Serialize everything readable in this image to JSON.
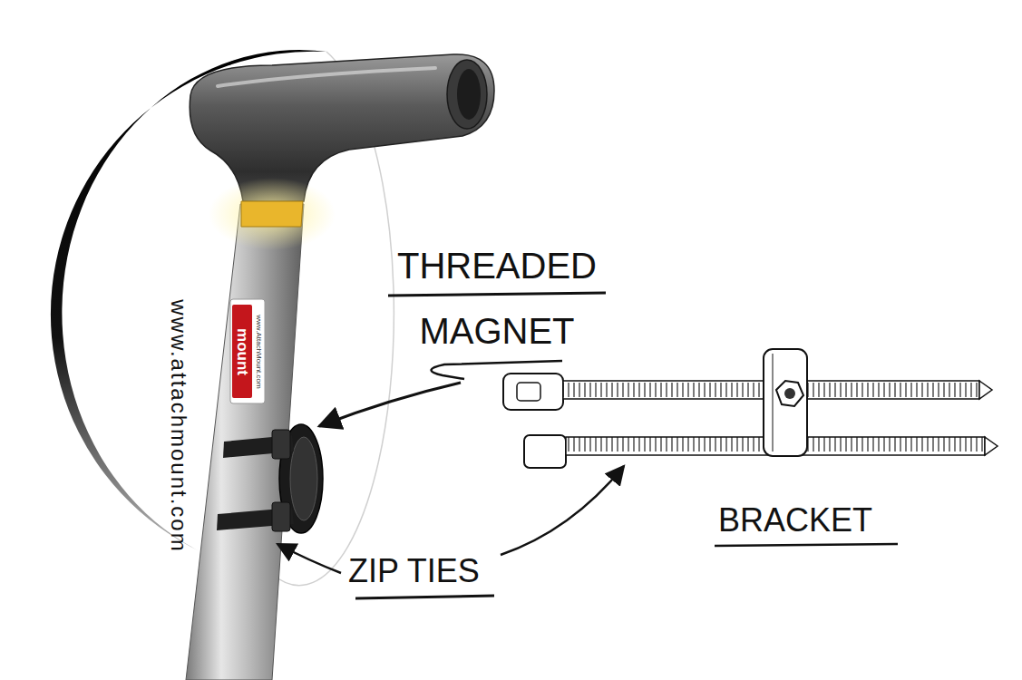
{
  "diagram": {
    "labels": [
      "THREADED MAGNET",
      "ZIP TIES",
      "BRACKET",
      "www.attachmount.com",
      "mount",
      "www.AttachMount.com"
    ]
  }
}
